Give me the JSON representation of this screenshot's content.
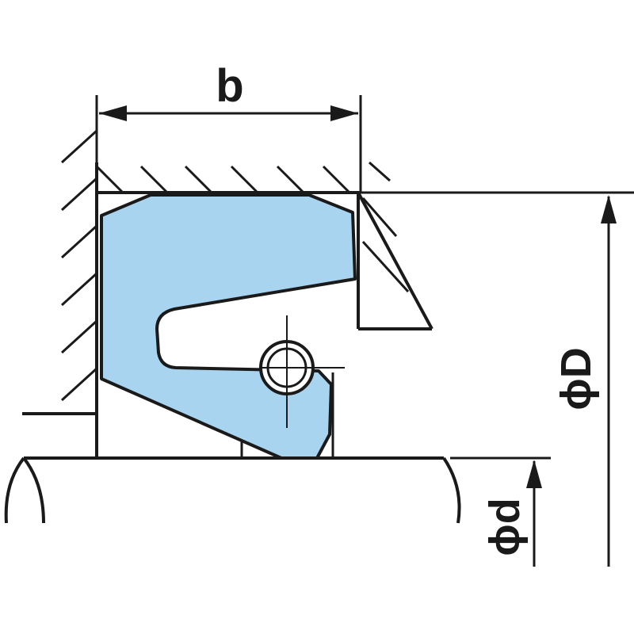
{
  "labels": {
    "width": "b",
    "outer_diameter": "ϕD",
    "inner_diameter": "ϕd"
  },
  "colors": {
    "seal_fill": "#a9d4f0",
    "line": "#1a1a1a",
    "background": "#ffffff"
  }
}
